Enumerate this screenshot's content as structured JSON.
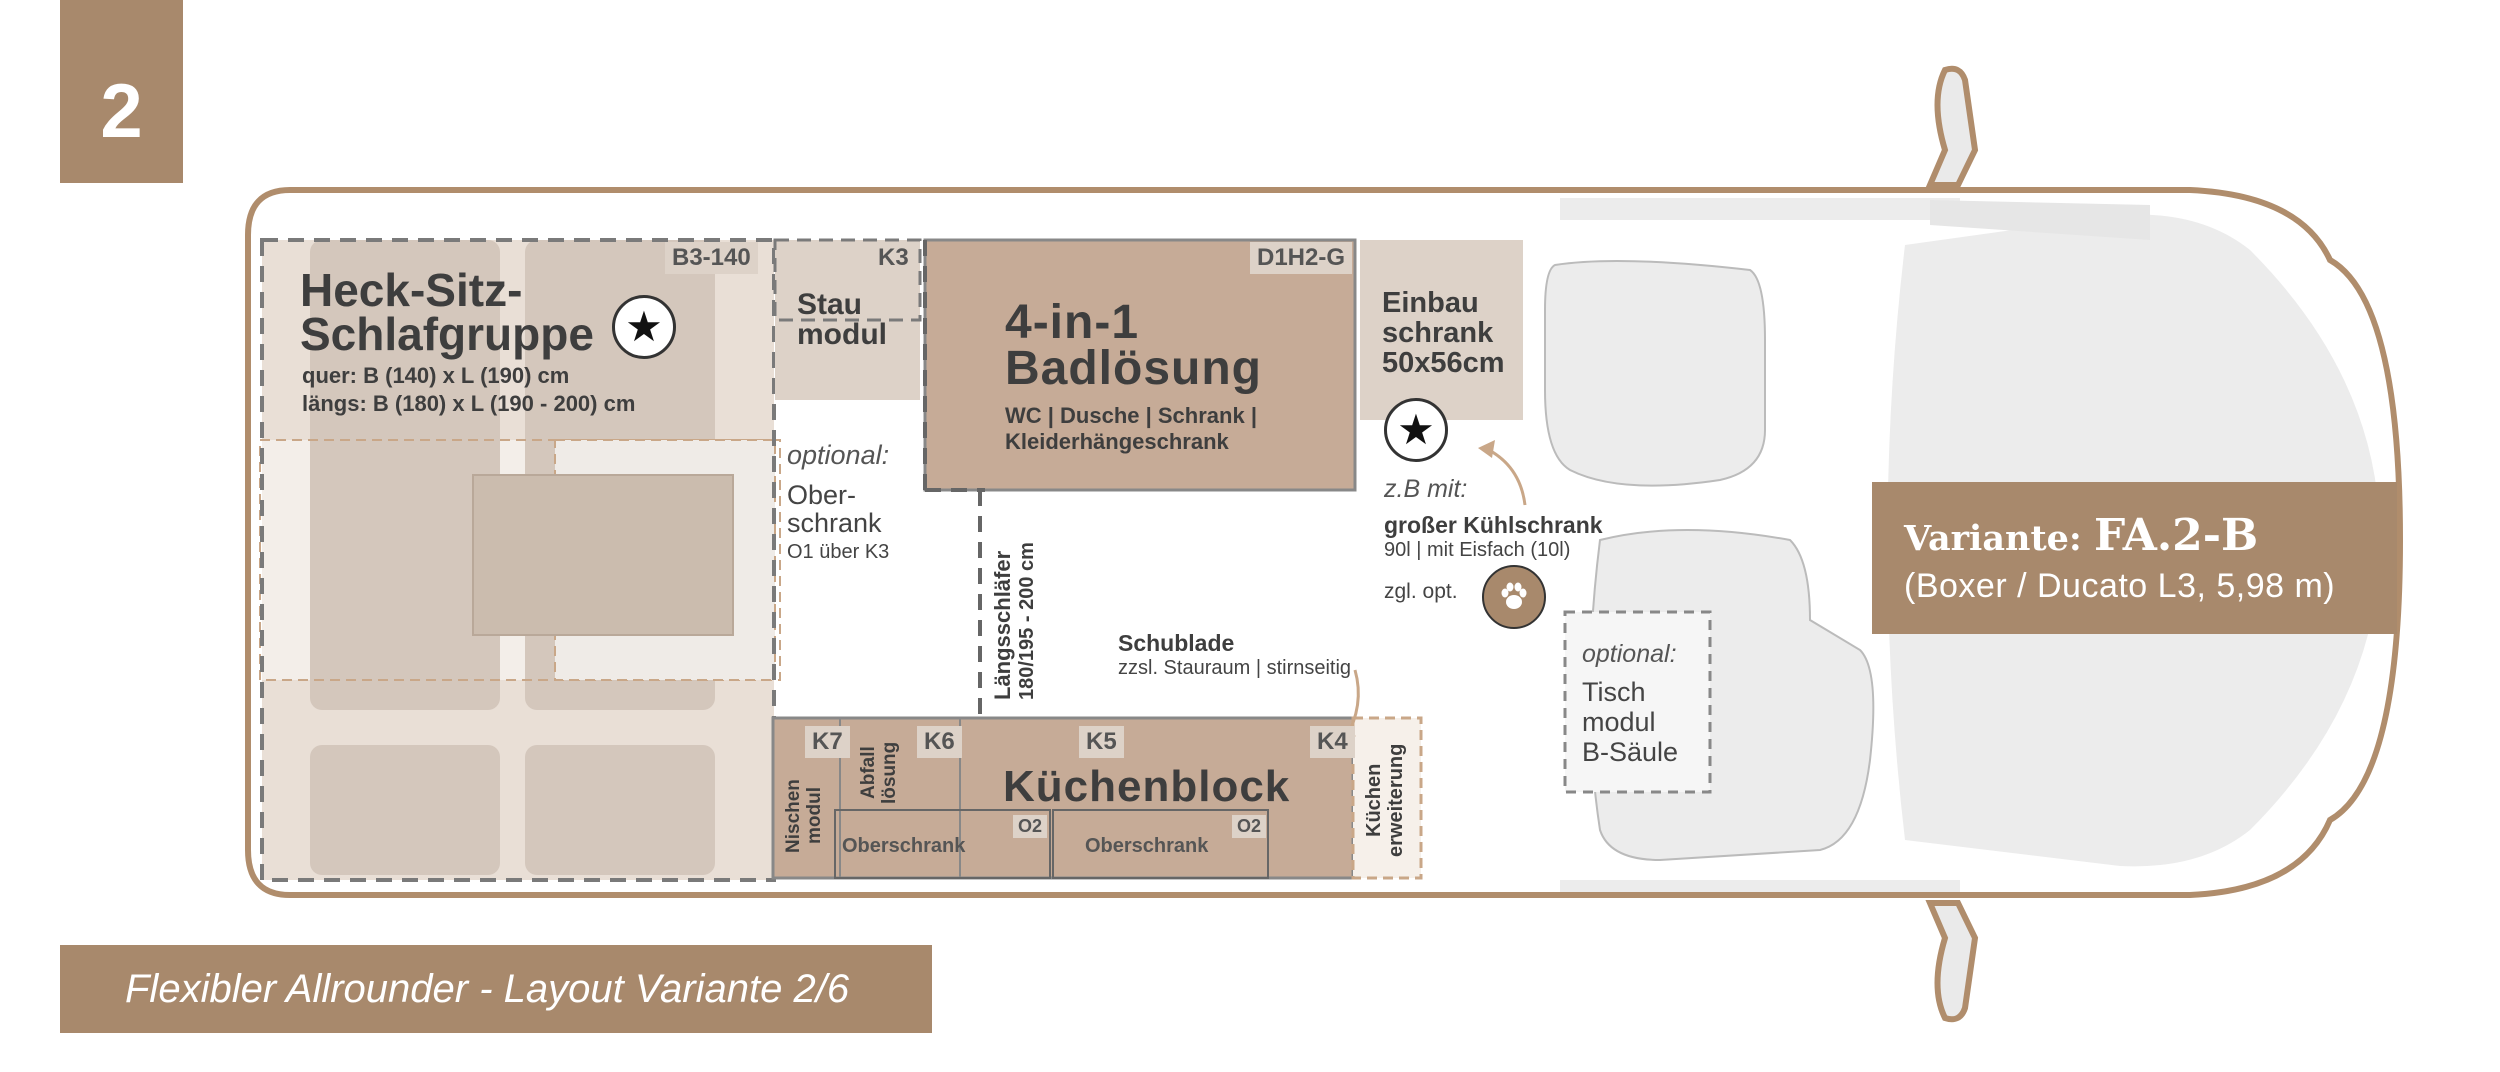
{
  "layout_number": "2",
  "footer_title": "Flexibler Allrounder - Layout Variante 2/6",
  "variant": {
    "prefix": "Variante:",
    "code": "FA.2-B",
    "subtitle": "(Boxer / Ducato L3, 5,98 m)"
  },
  "rear_group": {
    "tag": "B3-140",
    "title_line1": "Heck-Sitz-",
    "title_line2": "Schlafgruppe",
    "dim_line1": "quer: B (140) x L (190) cm",
    "dim_line2": "längs: B (180) x L (190 - 200) cm"
  },
  "stau": {
    "tag": "K3",
    "line1": "Stau",
    "line2": "modul"
  },
  "optional_ober": {
    "label": "optional:",
    "line1": "Ober-",
    "line2": "schrank",
    "line3": "O1 über K3"
  },
  "bath": {
    "tag": "D1H2-G",
    "title_line1": "4-in-1",
    "title_line2": "Badlösung",
    "sub_line1": "WC | Dusche | Schrank |",
    "sub_line2": "Kleiderhängeschrank"
  },
  "einbau": {
    "line1": "Einbau",
    "line2": "schrank",
    "line3": "50x56cm"
  },
  "fridge": {
    "intro": "z.B mit:",
    "title": "großer Kühlschrank",
    "sub": "90l | mit Eisfach (10l)",
    "opt": "zgl. opt."
  },
  "laengs": {
    "line1": "Längsschläfer",
    "line2": "180/195 - 200 cm"
  },
  "schublade": {
    "title": "Schublade",
    "sub": "zzsl. Stauraum | stirnseitig"
  },
  "kitchen": {
    "title": "Küchenblock",
    "k4": "K4",
    "k5": "K5",
    "k6": "K6",
    "k7": "K7",
    "nischen": "Nischen modul",
    "abfall": "Abfall lösung",
    "ober": "Oberschrank",
    "o2": "O2",
    "erweiterung": "Küchen erweiterung"
  },
  "table": {
    "label": "optional:",
    "line1": "Tisch",
    "line2": "modul",
    "line3": "B-Säule"
  },
  "colors": {
    "brand": "#a8896c",
    "module": "#c6ab97",
    "light_module": "#ddd2c8",
    "outline": "#b08d6c"
  }
}
